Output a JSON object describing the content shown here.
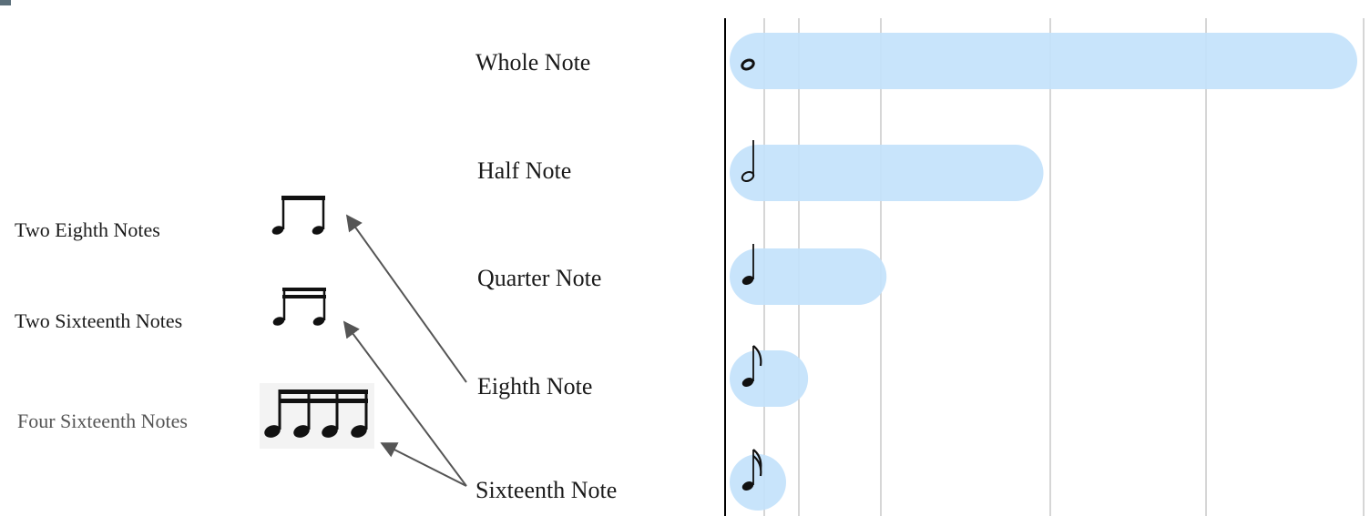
{
  "left_groups": [
    {
      "id": "two-eighth",
      "label": "Two Eighth Notes",
      "icon": "beamed-two-eighth-notes-icon"
    },
    {
      "id": "two-sixteenth",
      "label": "Two Sixteenth Notes",
      "icon": "beamed-two-sixteenth-notes-icon"
    },
    {
      "id": "four-sixteenth",
      "label": "Four Sixteenth Notes",
      "icon": "beamed-four-sixteenth-notes-icon"
    }
  ],
  "note_types": [
    {
      "label": "Whole Note",
      "icon": "whole-note-icon",
      "duration_beats": 4
    },
    {
      "label": "Half Note",
      "icon": "half-note-icon",
      "duration_beats": 2
    },
    {
      "label": "Quarter Note",
      "icon": "quarter-note-icon",
      "duration_beats": 1
    },
    {
      "label": "Eighth Note",
      "icon": "eighth-note-icon",
      "duration_beats": 0.5
    },
    {
      "label": "Sixteenth Note",
      "icon": "sixteenth-note-icon",
      "duration_beats": 0.25
    }
  ],
  "connections": [
    {
      "from": "Eighth Note",
      "to": "Two Eighth Notes"
    },
    {
      "from": "Sixteenth Note",
      "to": "Two Sixteenth Notes"
    },
    {
      "from": "Sixteenth Note",
      "to": "Four Sixteenth Notes"
    }
  ],
  "colors": {
    "bar_fill": "#c3e2fb",
    "arrow": "#555555",
    "gridline": "#c8c8c8",
    "axis": "#000000"
  }
}
